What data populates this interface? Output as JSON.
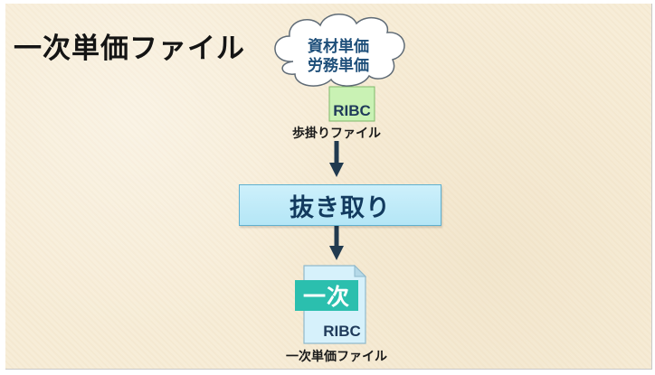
{
  "title": "一次単価ファイル",
  "cloud": {
    "line1": "資材単価",
    "line2": "労務単価"
  },
  "source_file": {
    "tag": "RIBC",
    "caption": "歩掛りファイル"
  },
  "process": {
    "label": "抜き取り"
  },
  "output_file": {
    "badge": "一次",
    "tag": "RIBC",
    "caption": "一次単価ファイル"
  },
  "colors": {
    "background": "#f7ecd6",
    "cloud_text": "#1e4f7a",
    "source_box": "#c9f2b4",
    "process_fill": "#cdf0fb",
    "process_border": "#5fb0cf",
    "arrow": "#213a4f",
    "doc_badge": "#2bbfae",
    "doc_body": "#d6f1fb"
  }
}
